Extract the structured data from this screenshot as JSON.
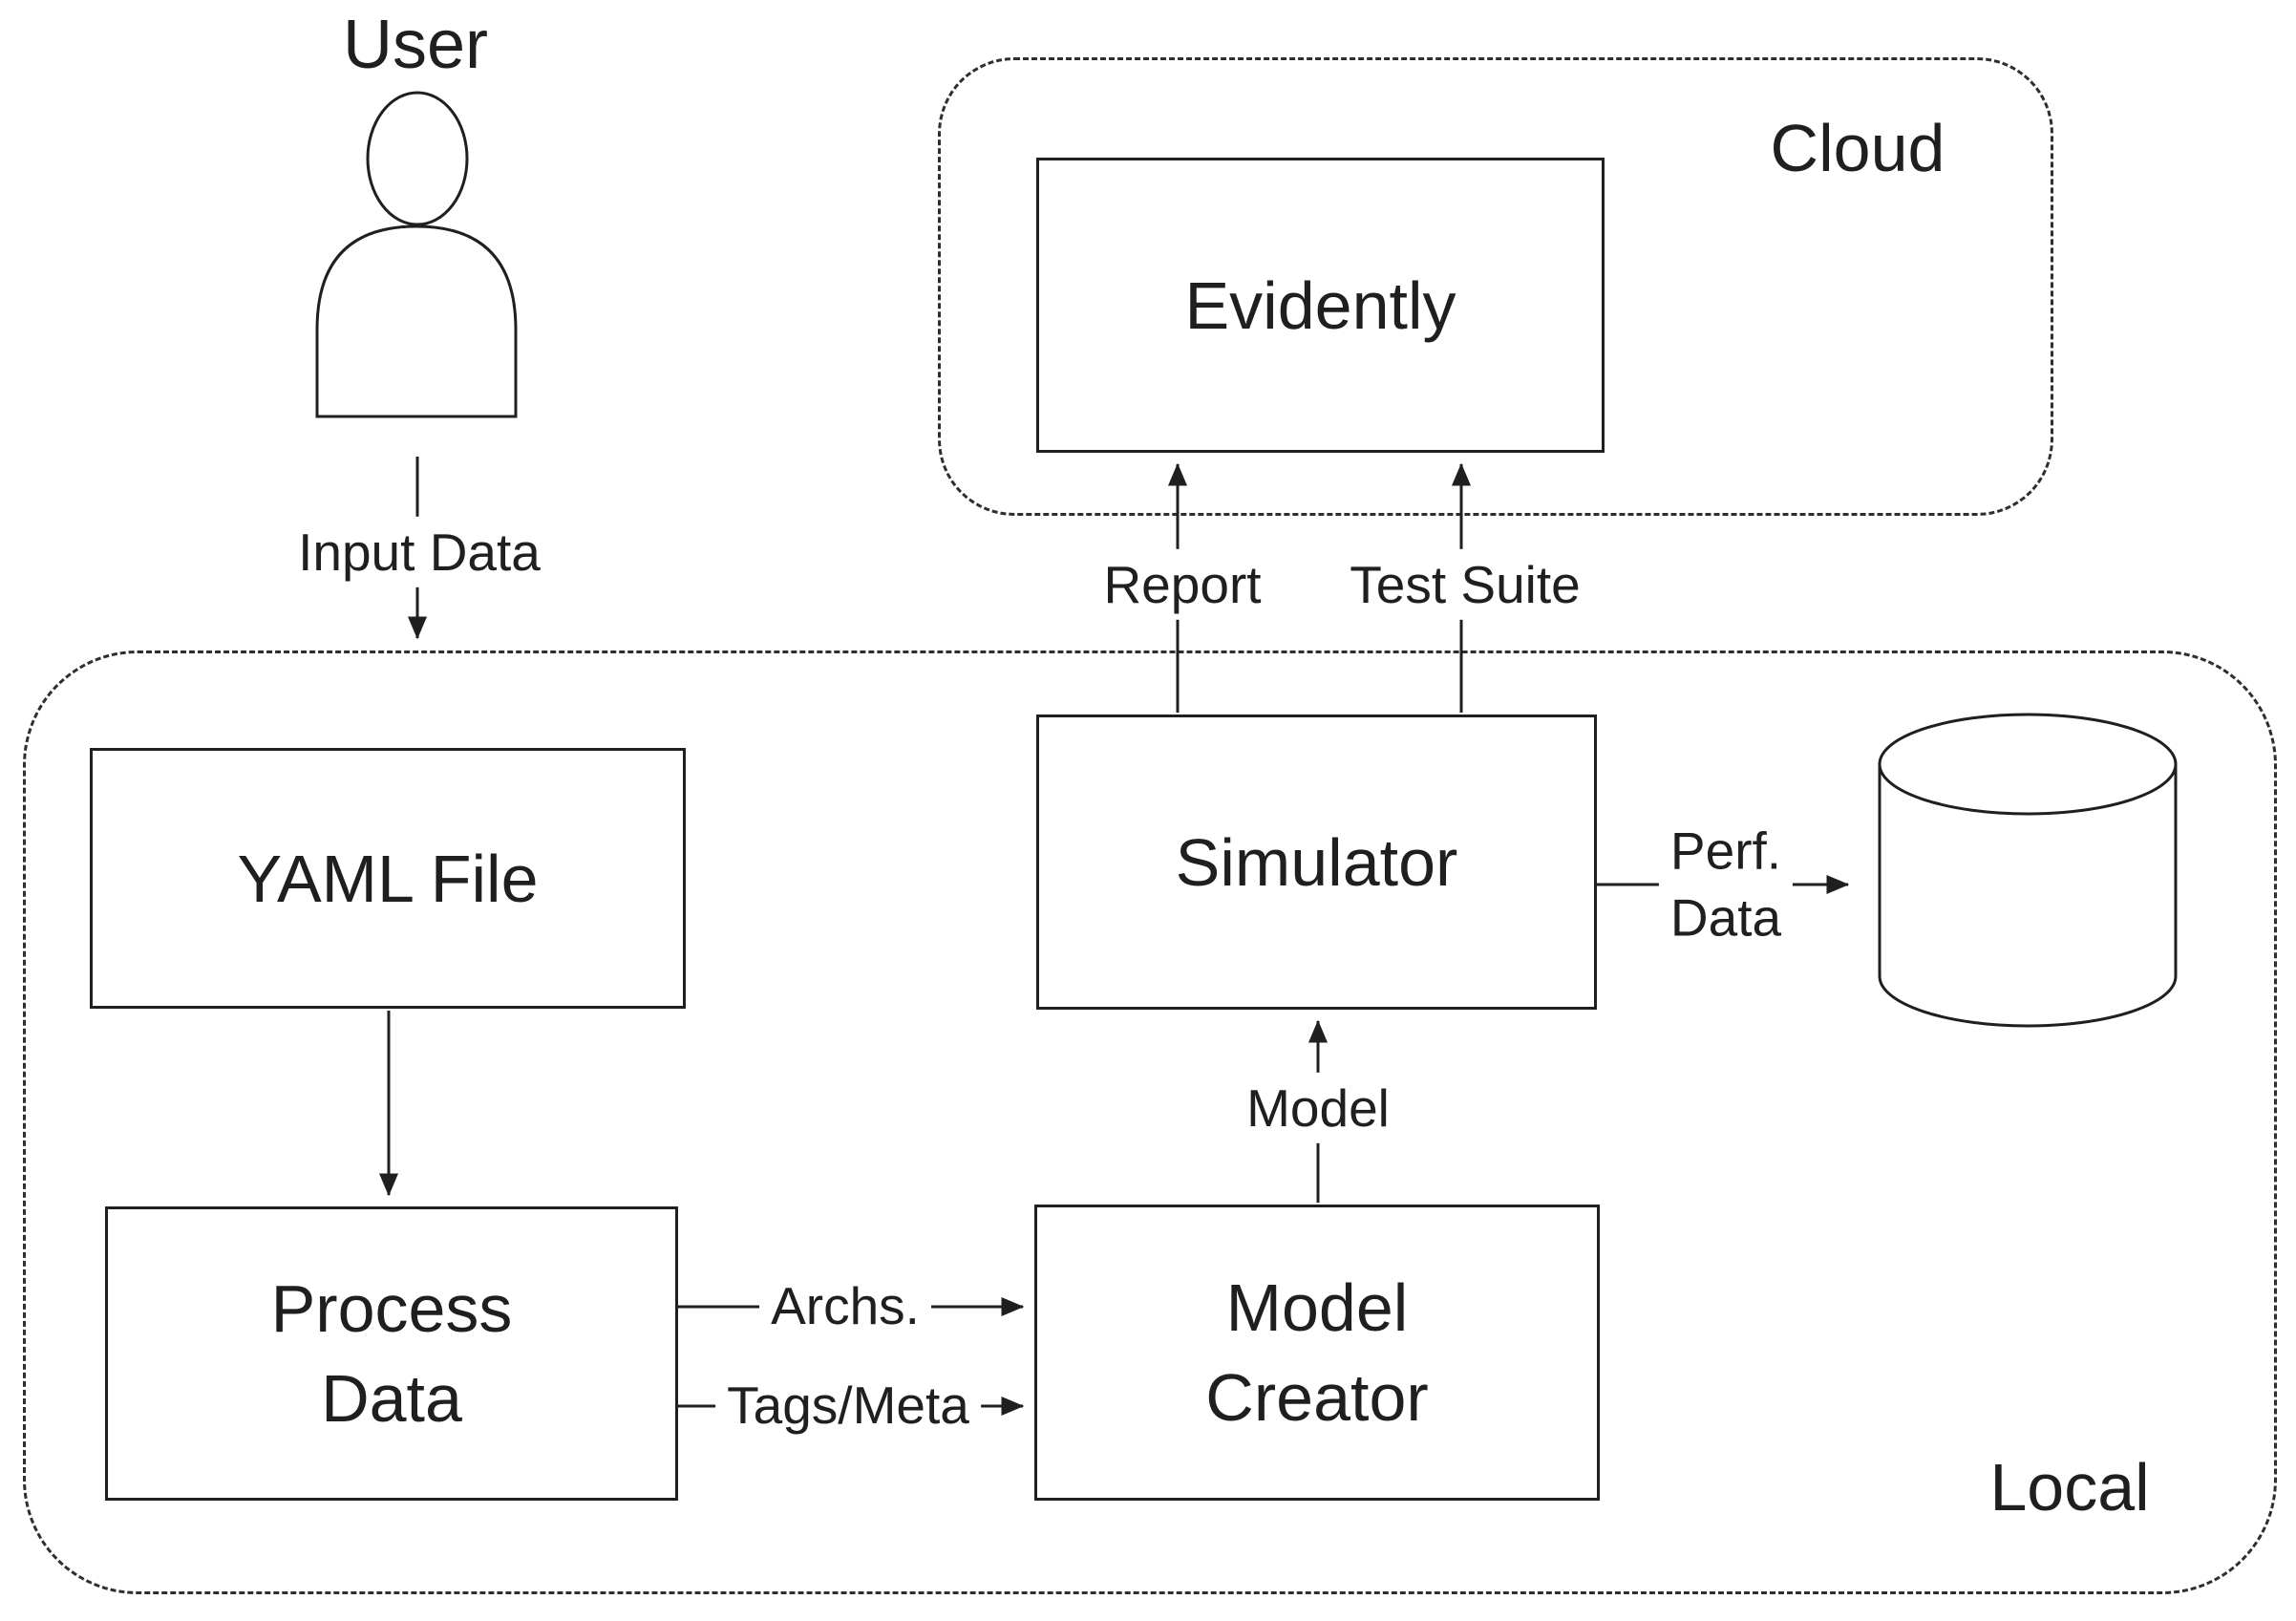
{
  "colors": {
    "ink": "#1f1f1f",
    "dashed_border": "#2e2e2e",
    "background": "#ffffff"
  },
  "containers": {
    "cloud": {
      "label": "Cloud"
    },
    "local": {
      "label": "Local"
    }
  },
  "nodes": {
    "user": {
      "label": "User",
      "icon": "person-outline"
    },
    "evidently": {
      "label": "Evidently"
    },
    "yaml_file": {
      "label": "YAML File"
    },
    "simulator": {
      "label": "Simulator"
    },
    "process_data": {
      "line1": "Process",
      "line2": "Data"
    },
    "model_creator": {
      "line1": "Model",
      "line2": "Creator"
    },
    "database": {
      "icon": "database-cylinder"
    }
  },
  "edges": {
    "input_data": {
      "label": "Input Data"
    },
    "report": {
      "label": "Report"
    },
    "test_suite": {
      "label": "Test Suite"
    },
    "model": {
      "label": "Model"
    },
    "archs": {
      "label": "Archs."
    },
    "tags_meta": {
      "label": "Tags/Meta"
    },
    "perf_data": {
      "line1": "Perf.",
      "line2": "Data"
    }
  }
}
